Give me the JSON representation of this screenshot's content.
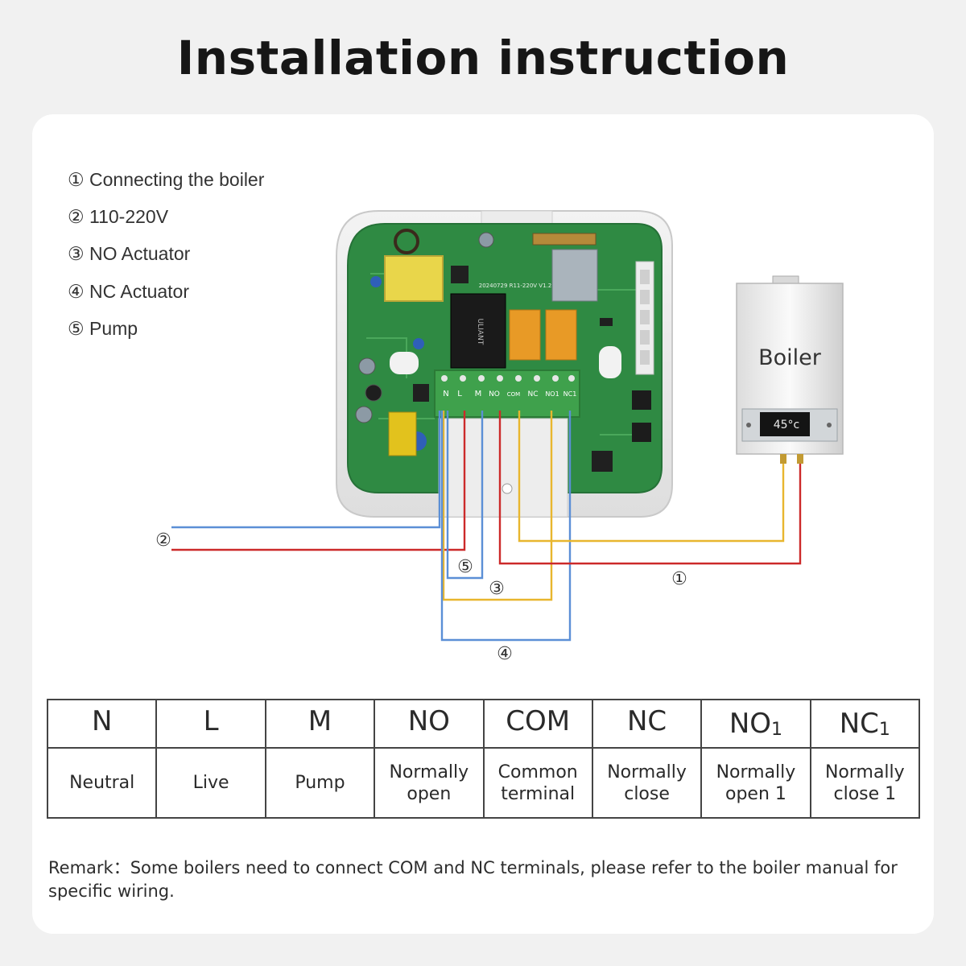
{
  "title": "Installation instruction",
  "legend": [
    "① Connecting the boiler",
    "② 110-220V",
    "③ NO Actuator",
    "④ NC Actuator",
    "⑤ Pump"
  ],
  "boiler": {
    "label": "Boiler",
    "display": "45°c"
  },
  "pcb": {
    "terminal_labels": [
      "N",
      "L",
      "M",
      "NO",
      "COM",
      "NC",
      "NO1",
      "NC1"
    ],
    "relay_brand": "ULIANT",
    "board_code": "20240729  R11-220V V1.2"
  },
  "wire_markers": {
    "boiler": "①",
    "power": "②",
    "no_actuator": "③",
    "nc_actuator": "④",
    "pump": "⑤"
  },
  "colors": {
    "blue_wire": "#5b8fd6",
    "red_wire": "#cc2a2a",
    "yellow_wire": "#e8b62e",
    "pcb_green": "#2f8a43",
    "terminal_green": "#3fa14c"
  },
  "table": {
    "codes": [
      {
        "main": "N",
        "sub": ""
      },
      {
        "main": "L",
        "sub": ""
      },
      {
        "main": "M",
        "sub": ""
      },
      {
        "main": "NO",
        "sub": ""
      },
      {
        "main": "COM",
        "sub": ""
      },
      {
        "main": "NC",
        "sub": ""
      },
      {
        "main": "NO",
        "sub": "1"
      },
      {
        "main": "NC",
        "sub": "1"
      }
    ],
    "descriptions": [
      [
        "Neutral"
      ],
      [
        "Live"
      ],
      [
        "Pump"
      ],
      [
        "Normally",
        "open"
      ],
      [
        "Common",
        "terminal"
      ],
      [
        "Normally",
        "close"
      ],
      [
        "Normally",
        "open 1"
      ],
      [
        "Normally",
        "close 1"
      ]
    ]
  },
  "remark": "Remark：Some boilers need to connect COM and NC terminals, please refer to the boiler manual for specific wiring."
}
